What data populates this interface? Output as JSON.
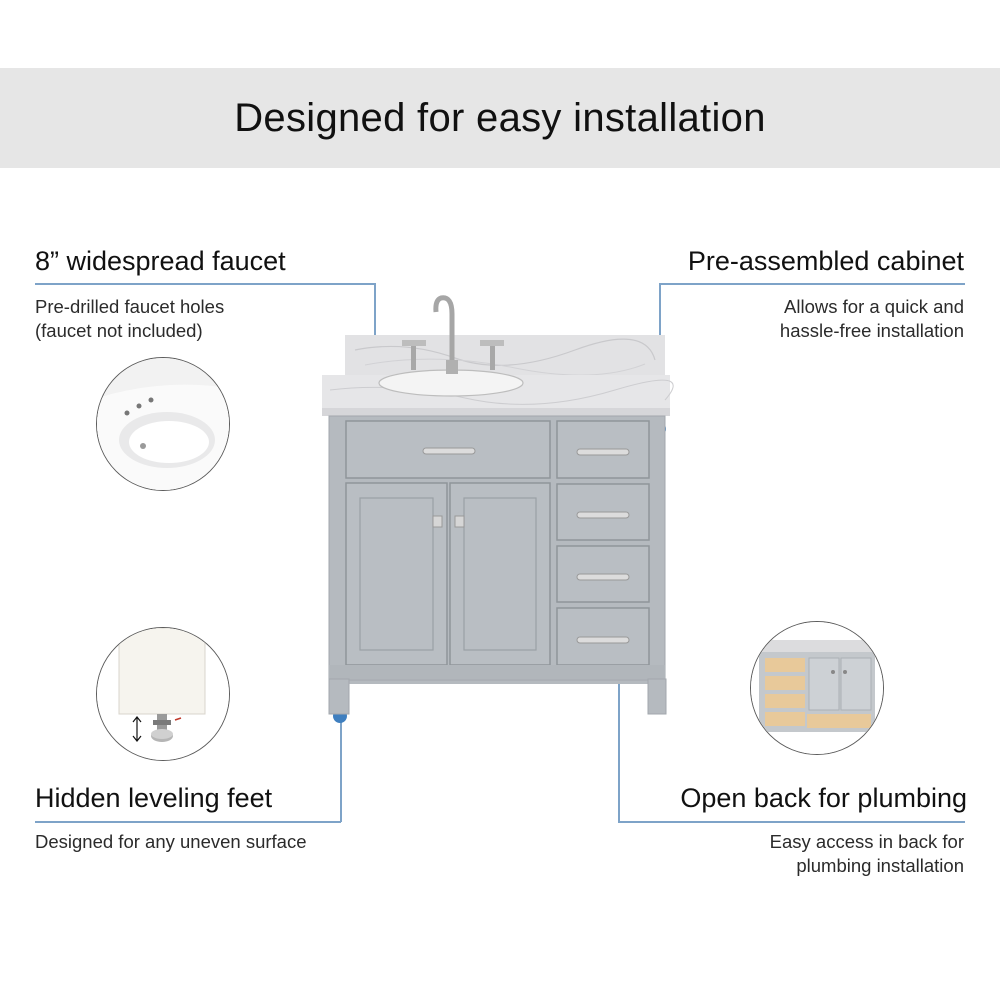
{
  "banner": {
    "title": "Designed for easy installation"
  },
  "features": {
    "faucet": {
      "title": "8” widespread faucet",
      "desc_line1": "Pre-drilled faucet holes",
      "desc_line2": "(faucet not included)",
      "thumb_icon": "sink-basin-icon"
    },
    "cabinet": {
      "title": "Pre-assembled cabinet",
      "desc_line1": "Allows for  a quick and",
      "desc_line2": "hassle-free installation"
    },
    "feet": {
      "title": "Hidden leveling feet",
      "desc_line1": "Designed for any uneven surface",
      "thumb_icon": "leveling-foot-icon"
    },
    "plumbing": {
      "title": "Open back for plumbing",
      "desc_line1": "Easy access in back for",
      "desc_line2": "plumbing installation",
      "thumb_icon": "open-back-cabinet-icon"
    }
  },
  "colors": {
    "banner_bg": "#e6e6e6",
    "accent_dot": "#3f7fbf",
    "leader_line": "#7ea3c8",
    "cabinet_gray": "#b7bcc1",
    "marble": "#e4e4e6"
  }
}
